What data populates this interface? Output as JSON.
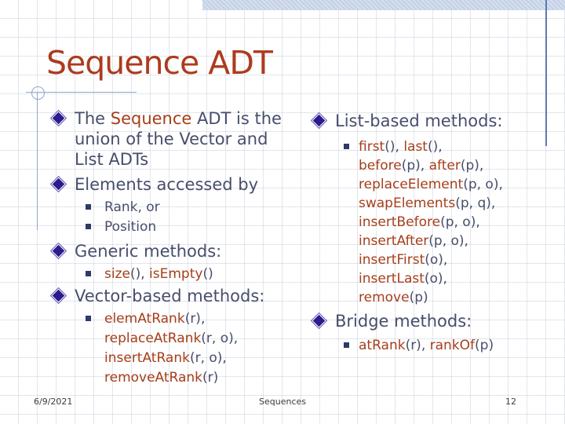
{
  "title": {
    "text": "Sequence ADT"
  },
  "colors": {
    "title_red": "#AC3B1E",
    "body_slate": "#474E6B",
    "code_red": "#A63E1A",
    "level1_bullet_fill": "#2B1C8C",
    "level1_bullet_outline": "#5D4FB4",
    "level2_bullet_fill": "#2E3A66",
    "top_band_blue": "#C9D5E9",
    "right_rule_blue": "#5C7AAE",
    "ornament_line_blue": "#8FA7C8",
    "footer_gray": "#3A3A3A"
  },
  "icons": {
    "level1_bullet": "diamond-bullet-icon",
    "level2_bullet": "square-bullet-icon"
  },
  "left_column": {
    "bullet1": {
      "line1_pre": "The ",
      "line1_keyword": "Sequence",
      "line1_post": " ADT is the",
      "line2": "union of the Vector and",
      "line3": "List ADTs"
    },
    "bullet2": "Elements accessed by",
    "access_sub_bullets": [
      "Rank, or",
      "Position"
    ],
    "bullet3": "Generic methods:",
    "generic_methods": [
      {
        "name": "size",
        "args": "(), "
      },
      {
        "name": "isEmpty",
        "args": "()"
      }
    ],
    "bullet4": "Vector-based methods:",
    "vector_methods": [
      {
        "name": "elemAtRank",
        "args": "(r),"
      },
      {
        "name": "replaceAtRank",
        "args": "(r, o),"
      },
      {
        "name": "insertAtRank",
        "args": "(r, o),"
      },
      {
        "name": "removeAtRank",
        "args": "(r)"
      }
    ]
  },
  "right_column": {
    "bullet1": "List-based methods:",
    "list_methods_lines": [
      [
        {
          "name": "first",
          "args": "(), "
        },
        {
          "name": "last",
          "args": "(),"
        }
      ],
      [
        {
          "name": "before",
          "args": "(p), "
        },
        {
          "name": "after",
          "args": "(p),"
        }
      ],
      [
        {
          "name": "replaceElement",
          "args": "(p, o),"
        }
      ],
      [
        {
          "name": "swapElements",
          "args": "(p, q),"
        }
      ],
      [
        {
          "name": "insertBefore",
          "args": "(p, o),"
        }
      ],
      [
        {
          "name": "insertAfter",
          "args": "(p, o),"
        }
      ],
      [
        {
          "name": "insertFirst",
          "args": "(o),"
        }
      ],
      [
        {
          "name": "insertLast",
          "args": "(o),"
        }
      ],
      [
        {
          "name": "remove",
          "args": "(p)"
        }
      ]
    ],
    "bullet2": "Bridge methods:",
    "bridge_methods": [
      {
        "name": "atRank",
        "args": "(r), "
      },
      {
        "name": "rankOf",
        "args": "(p)"
      }
    ]
  },
  "footer": {
    "date": "6/9/2021",
    "section": "Sequences",
    "page_number": "12"
  }
}
